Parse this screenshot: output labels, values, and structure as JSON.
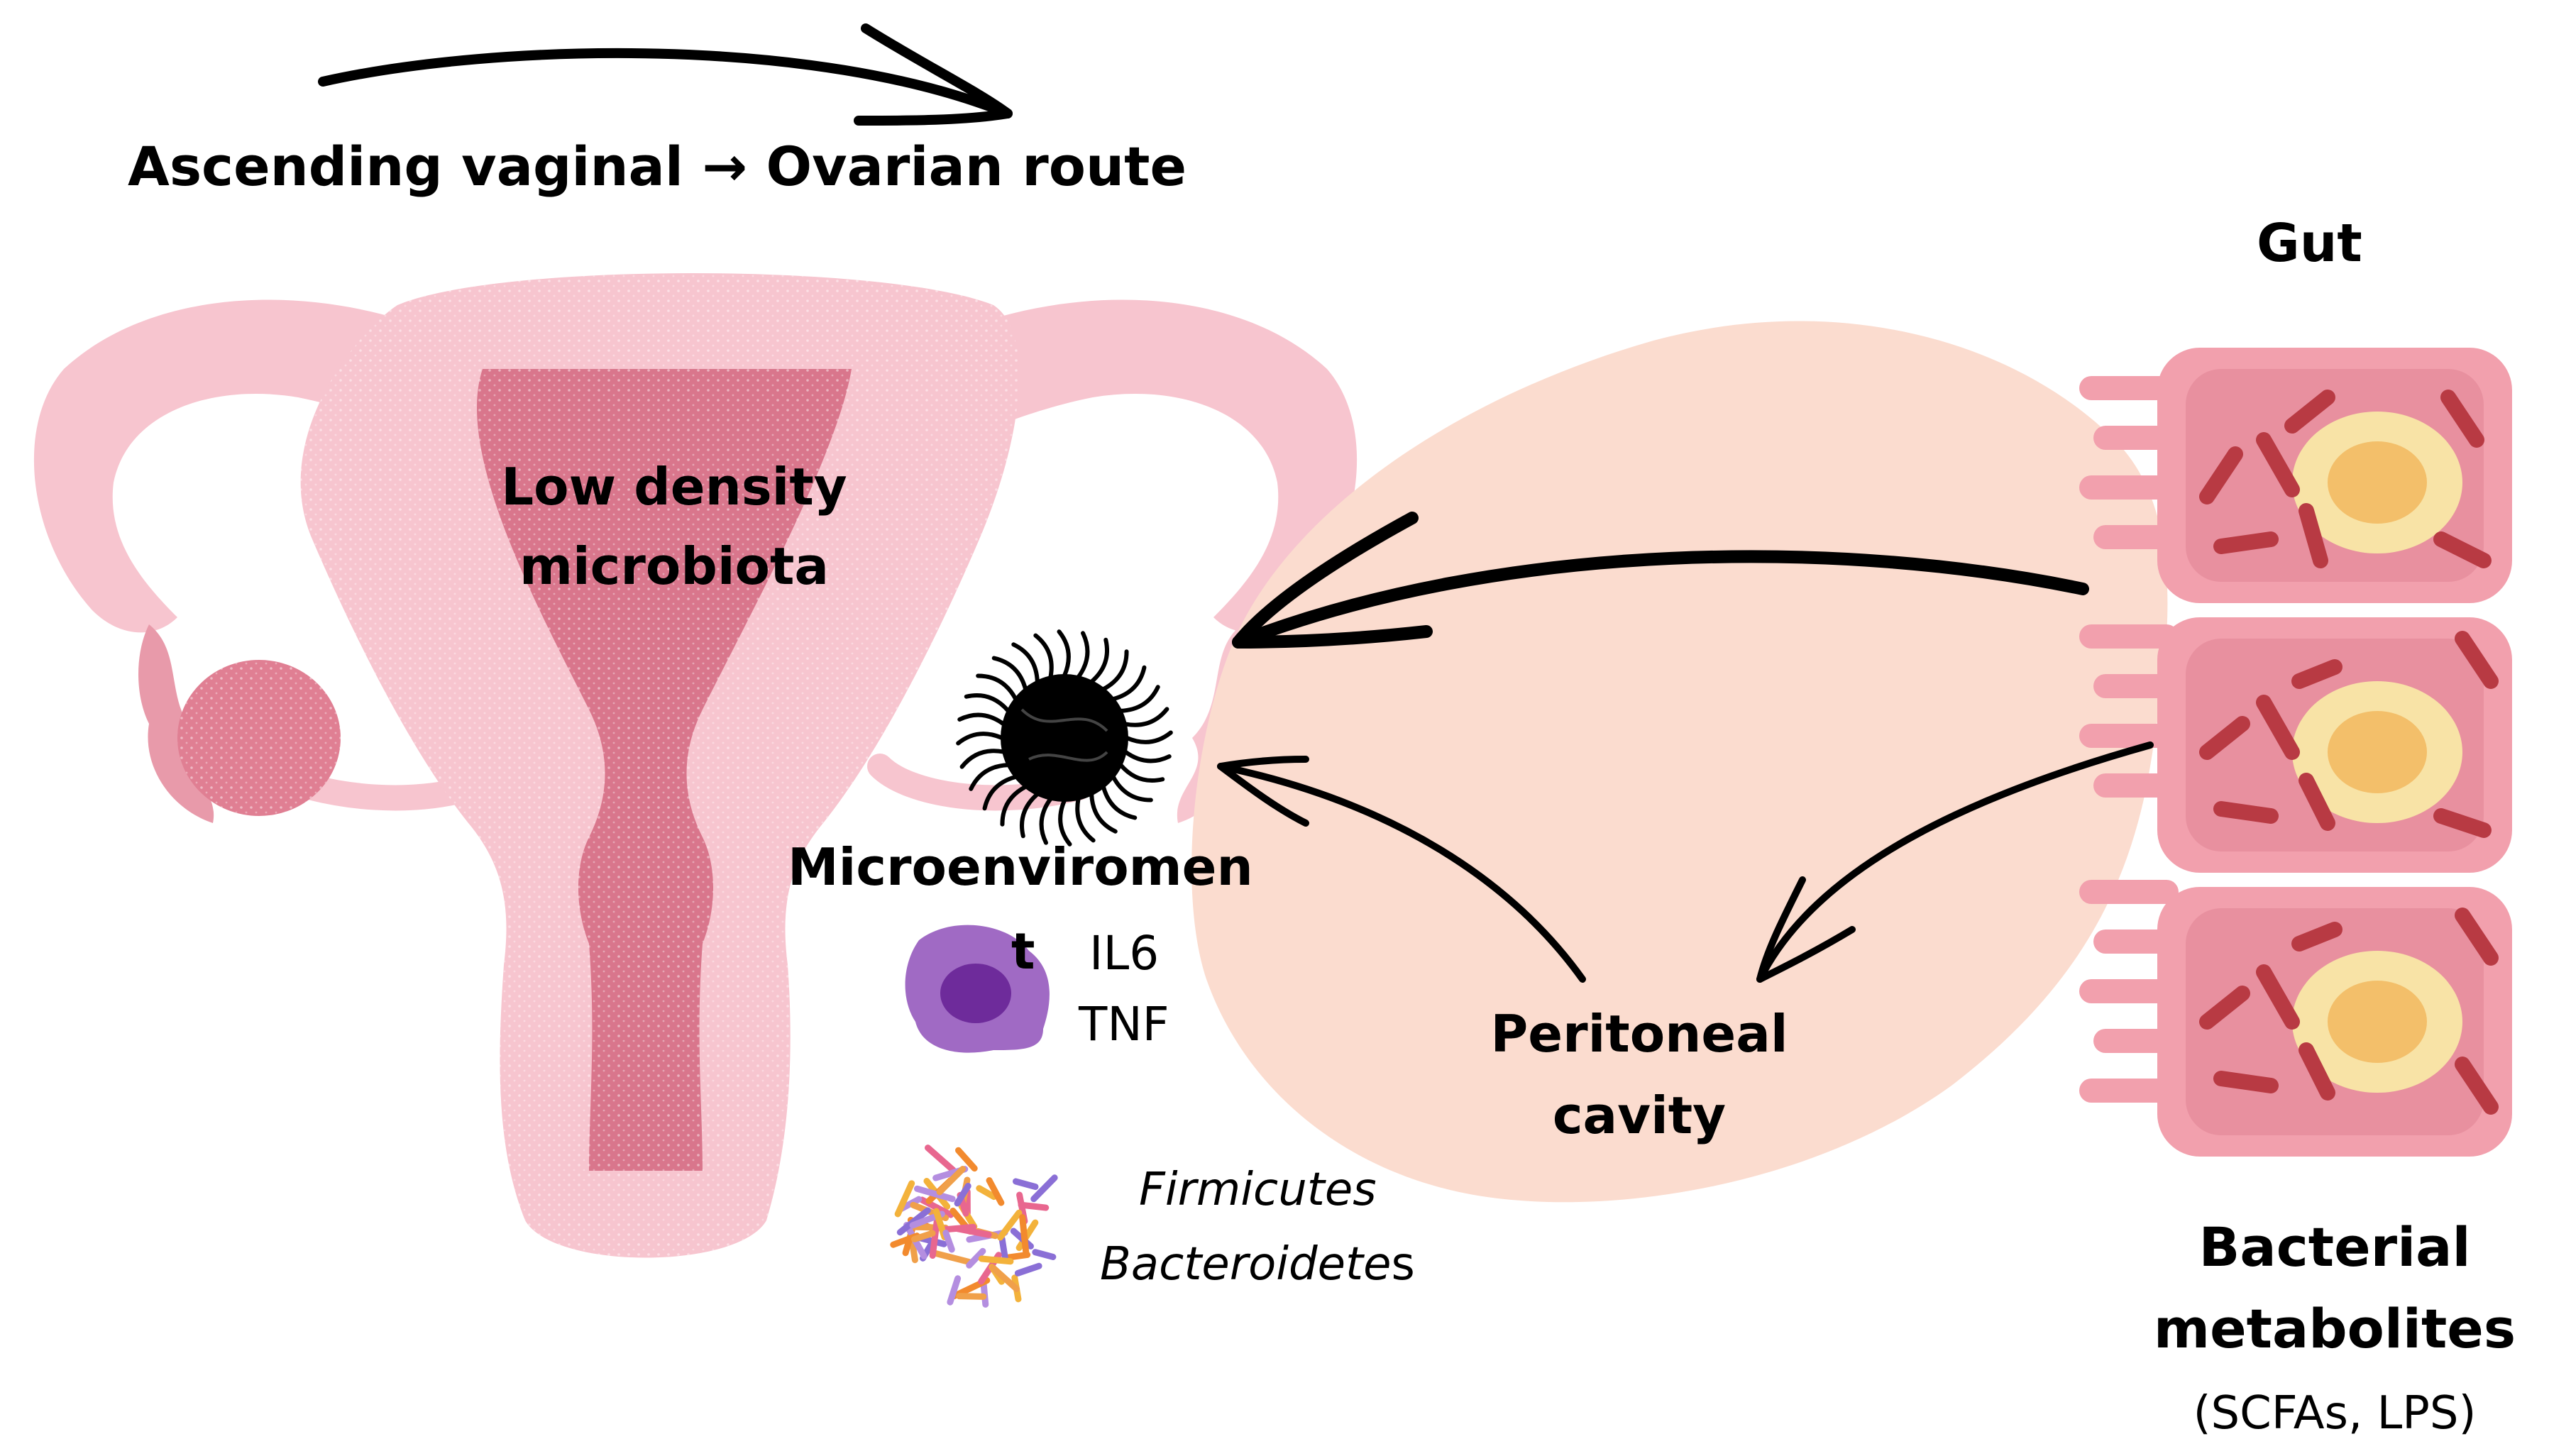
{
  "title": "Ascending vaginal → Ovarian route",
  "uterus": {
    "line1": "Low density",
    "line2": "microbiota"
  },
  "microenv": {
    "label": "Microenviromen",
    "marker": "t",
    "cytokine1": "IL6",
    "cytokine2": "TNF"
  },
  "bacteria": {
    "phylum1": "Firmicutes",
    "phylum2": "Bacteroidete",
    "phylum2_suffix": "s"
  },
  "peritoneal": {
    "line1": "Peritoneal",
    "line2": "cavity"
  },
  "gut": {
    "title": "Gut",
    "line1": "Bacterial",
    "line2": "metabolites",
    "line3": "(SCFAs, LPS)"
  },
  "colors": {
    "uterus": "#f7c5cf",
    "uterus_inner": "#d9768c",
    "peritoneal": "#fbdccf",
    "gut_cell": "#f2a0ad",
    "nucleus": "#f6cf8a",
    "bacteria_rod": "#b83a43",
    "macrophage": "#a06ac4",
    "arrows": "#000000"
  }
}
